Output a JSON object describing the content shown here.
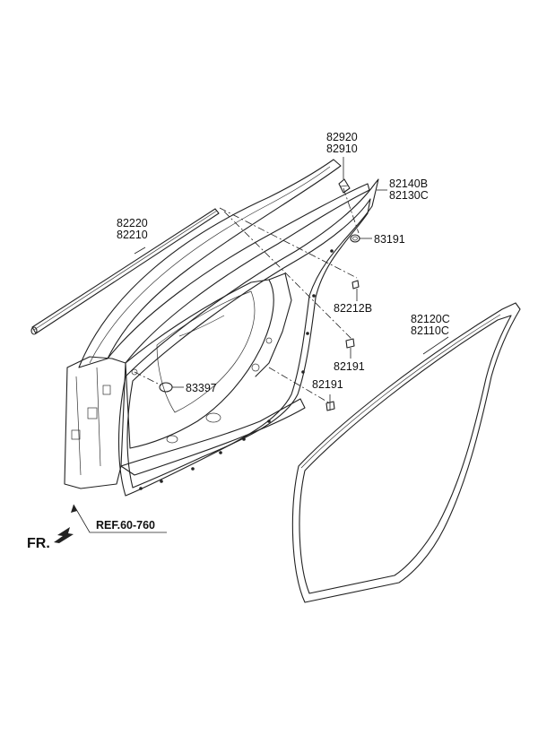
{
  "labels": {
    "belt_outer": [
      "82220",
      "82210"
    ],
    "channel": [
      "82920",
      "82910"
    ],
    "frame_seal": [
      "82140B",
      "82130C"
    ],
    "plug_top": "83191",
    "clip": "82212B",
    "plug_mid": "82191",
    "plug_low": "82191",
    "body_seal": [
      "82120C",
      "82110C"
    ],
    "hole_plug": "83397",
    "reference": "REF.60-760",
    "front": "FR."
  }
}
